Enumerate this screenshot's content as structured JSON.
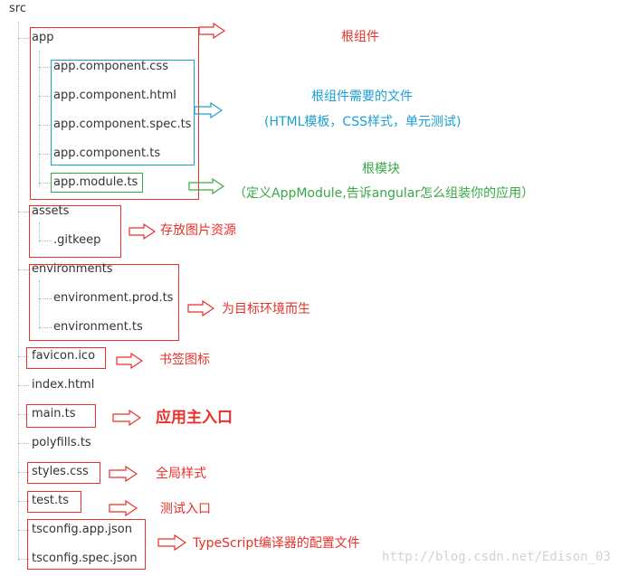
{
  "tree": {
    "root": "src",
    "app": "app",
    "app_component_css": "app.component.css",
    "app_component_html": "app.component.html",
    "app_component_spec": "app.component.spec.ts",
    "app_component_ts": "app.component.ts",
    "app_module": "app.module.ts",
    "assets": "assets",
    "gitkeep": ".gitkeep",
    "environments": "environments",
    "env_prod": "environment.prod.ts",
    "env": "environment.ts",
    "favicon": "favicon.ico",
    "index": "index.html",
    "main": "main.ts",
    "polyfills": "polyfills.ts",
    "styles": "styles.css",
    "test": "test.ts",
    "tsconfig_app": "tsconfig.app.json",
    "tsconfig_spec": "tsconfig.spec.json"
  },
  "notes": {
    "app": "根组件",
    "component_files_1": "根组件需要的文件",
    "component_files_2": "(HTML模板，CSS样式，单元测试)",
    "module_1": "根模块",
    "module_2": "（定义AppModule,告诉angular怎么组装你的应用）",
    "assets": "存放图片资源",
    "environments": "为目标环境而生",
    "favicon": "书签图标",
    "main": "应用主入口",
    "styles": "全局样式",
    "test": "测试入口",
    "tsconfig": "TypeScript编译器的配置文件"
  },
  "watermark": "http://blog.csdn.net/Edison_03",
  "colors": {
    "red": "#e8302a",
    "blue": "#1a9fd4",
    "green": "#3aa845",
    "text": "#333333"
  }
}
